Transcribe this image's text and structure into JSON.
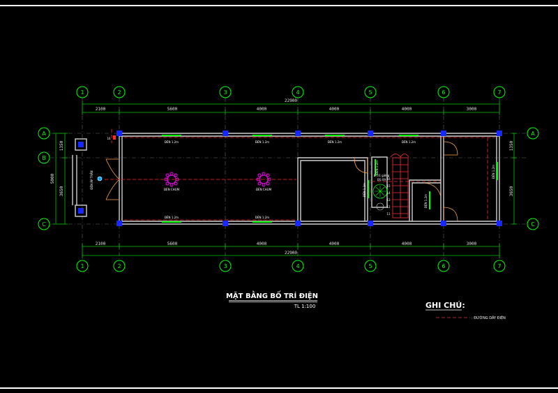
{
  "drawing": {
    "title": "MẶT BẰNG BỐ TRÍ ĐIỆN",
    "scale": "TL 1:100",
    "legend": {
      "title": "GHI CHÚ:",
      "wire_label": ": ĐƯỜNG DÂY ĐIỆN"
    }
  },
  "axes": {
    "columns": [
      "1",
      "2",
      "3",
      "4",
      "5",
      "6",
      "7"
    ],
    "rows": [
      "A",
      "B",
      "C"
    ]
  },
  "dimensions": {
    "total_horizontal": "22900",
    "spans_horizontal": [
      "2100",
      "5600",
      "4000",
      "4000",
      "4000",
      "3000"
    ],
    "left_vertical": [
      "1350",
      "5000",
      "3650"
    ],
    "right_vertical": [
      "1350",
      "3650"
    ]
  },
  "fixtures": {
    "wall_lamps_top": [
      "ĐÈN 1.2m",
      "ĐÈN 1.2m",
      "ĐÈN 1.2m",
      "ĐÈN 1.2m"
    ],
    "wall_lamps_bottom": [
      "ĐÈN 1.2m",
      "ĐÈN 1.2m"
    ],
    "chandeliers": [
      "ĐÈN CHÙM",
      "ĐÈN CHÙM"
    ],
    "side_lamps": [
      "ĐÈN 1.2m",
      "ĐÈN 1.2m",
      "ĐÈN 1.2m",
      "ĐÈN 1.2m"
    ],
    "altar_lamp": "ĐÈN ÁP TRẦN",
    "well_light": "Đ tr1 giếng",
    "well_code": "ĐS 09",
    "stair_marks": [
      "16",
      "15",
      "14",
      "13",
      "12",
      "11"
    ],
    "corner_mark": "16"
  }
}
